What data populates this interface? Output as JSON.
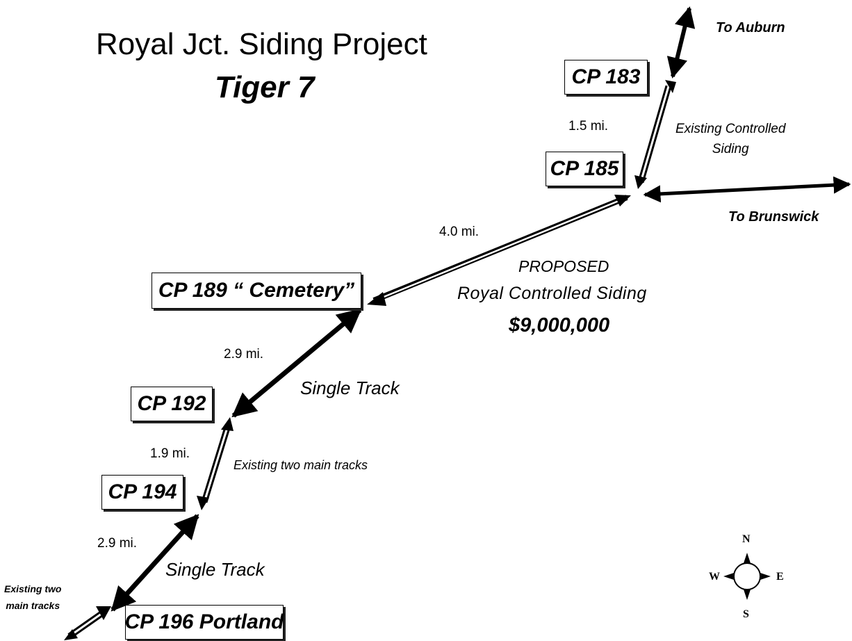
{
  "title": "Royal Jct. Siding Project",
  "subtitle": "Tiger 7",
  "control_points": {
    "cp183": "CP  183",
    "cp185": "CP 185",
    "cp189": "CP  189 “ Cemetery”",
    "cp192": "CP 192",
    "cp194": "CP 194",
    "cp196": "CP 196 Portland"
  },
  "distances": {
    "d183_185": "1.5 mi.",
    "d185_189": "4.0 mi.",
    "d189_192": "2.9 mi.",
    "d192_194": "1.9 mi.",
    "d194_196": "2.9 mi."
  },
  "segments": {
    "existing_controlled_siding_line1": "Existing Controlled",
    "existing_controlled_siding_line2": "Siding",
    "proposed_label": "PROPOSED",
    "proposed_name": "Royal Controlled Siding",
    "proposed_cost": "$9,000,000",
    "single_track_upper": "Single Track",
    "existing_two_main": "Existing two main tracks",
    "single_track_lower": "Single Track",
    "existing_two_main_sw_line1": "Existing two",
    "existing_two_main_sw_line2": "main tracks"
  },
  "destinations": {
    "auburn": "To Auburn",
    "brunswick": "To Brunswick"
  },
  "compass": {
    "north": "N",
    "south": "S",
    "east": "E",
    "west": "W"
  }
}
